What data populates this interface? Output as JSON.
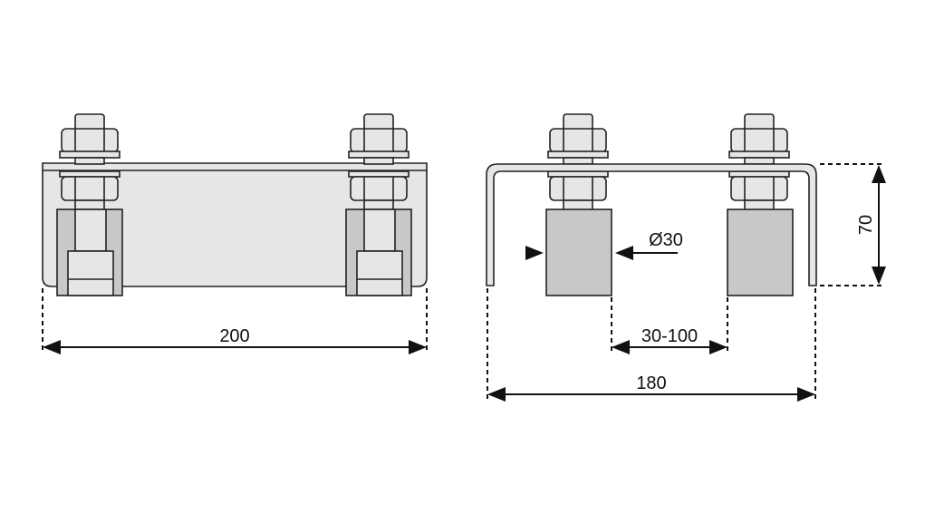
{
  "dimensions": {
    "front_width": "200",
    "side_width": "180",
    "roller_spacing": "30-100",
    "roller_diameter": "Ø30",
    "height": "70"
  },
  "colors": {
    "plate": "#e6e6e6",
    "roller": "#c8c8c8",
    "line": "#222222"
  }
}
